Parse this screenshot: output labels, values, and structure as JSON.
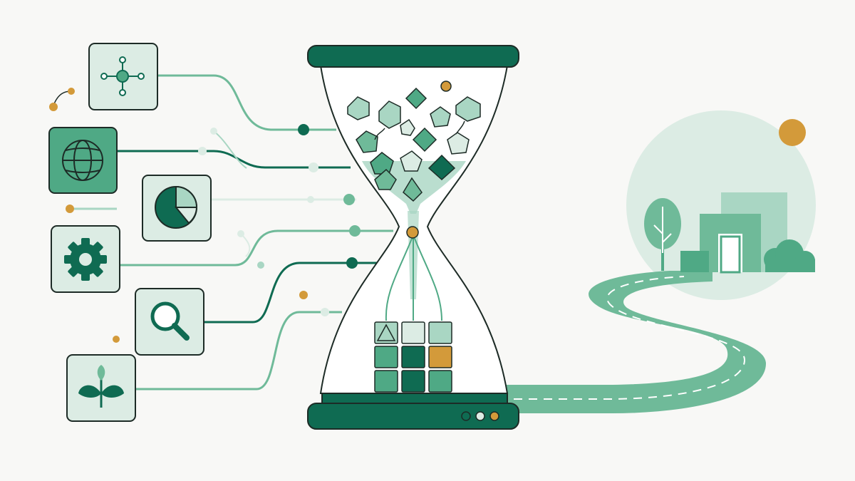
{
  "colors": {
    "background": "#f8f8f6",
    "dark_green": "#0f6b52",
    "mid_green": "#4fa985",
    "light_green": "#a9d6c3",
    "pale_green": "#dcece4",
    "outline": "#1d2b26",
    "gold": "#d39a3a"
  },
  "icons": [
    "network-icon",
    "globe-icon",
    "pie-chart-icon",
    "gear-icon",
    "magnifier-icon",
    "sprout-icon"
  ],
  "hourglass": {
    "falling_shapes": 14,
    "stacked_blocks": 9,
    "indicator_dots": 3
  },
  "landscape": [
    "sun",
    "tree",
    "building",
    "bush",
    "winding-road"
  ]
}
